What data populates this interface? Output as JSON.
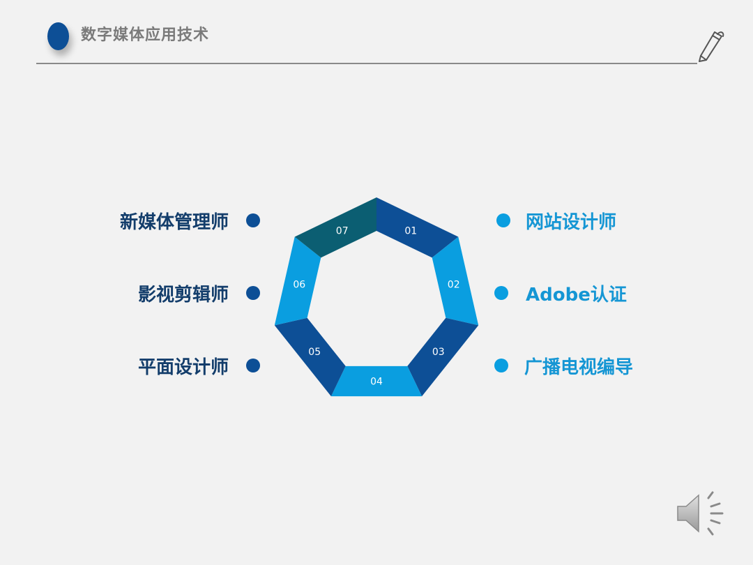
{
  "header": {
    "title": "数字媒体应用技术"
  },
  "diagram": {
    "segments": [
      {
        "num": "01",
        "color": "#0d4f96"
      },
      {
        "num": "02",
        "color": "#0a9ee0"
      },
      {
        "num": "03",
        "color": "#0d4f96"
      },
      {
        "num": "04",
        "color": "#0a9ee0"
      },
      {
        "num": "05",
        "color": "#0d4f96"
      },
      {
        "num": "06",
        "color": "#0a9ee0"
      },
      {
        "num": "07",
        "color": "#0b5e72"
      }
    ],
    "left_labels": [
      "新媒体管理师",
      "影视剪辑师",
      "平面设计师"
    ],
    "right_labels": [
      "网站设计师",
      "Adobe认证",
      "广播电视编导"
    ]
  },
  "colors": {
    "dark_blue": "#0d4f96",
    "light_blue": "#0a9ee0",
    "teal": "#0b5e72",
    "left_text": "#133d6b",
    "right_text": "#1596d4"
  },
  "icons": {
    "header": "pen-icon",
    "audio": "speaker-icon"
  }
}
